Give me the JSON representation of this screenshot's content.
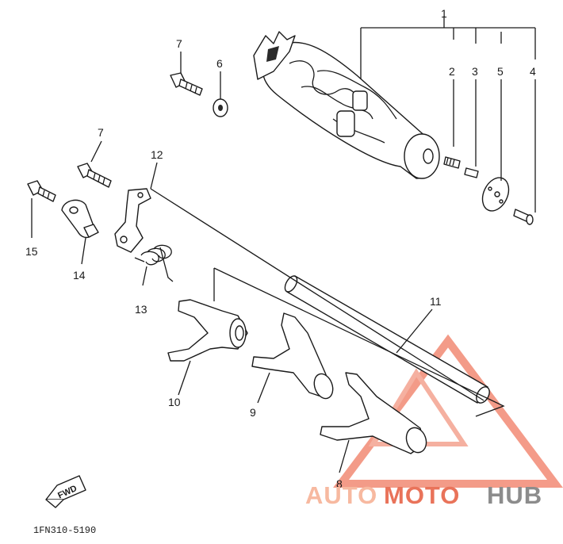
{
  "diagram": {
    "callouts": {
      "c1": "1",
      "c2": "2",
      "c3": "3",
      "c4": "4",
      "c5": "5",
      "c6": "6",
      "c7a": "7",
      "c7b": "7",
      "c8": "8",
      "c9": "9",
      "c10": "10",
      "c11": "11",
      "c12": "12",
      "c13": "13",
      "c14": "14",
      "c15": "15"
    },
    "fwd_label": "FWD",
    "drawing_code": "1FN310-5190"
  },
  "watermark": {
    "part1": "AUTO",
    "part2": "MOTO",
    "part3": "HUB",
    "color_light": "#f7b9a0",
    "color_mid": "#e9735a",
    "color_dark": "#8c8c8c"
  }
}
